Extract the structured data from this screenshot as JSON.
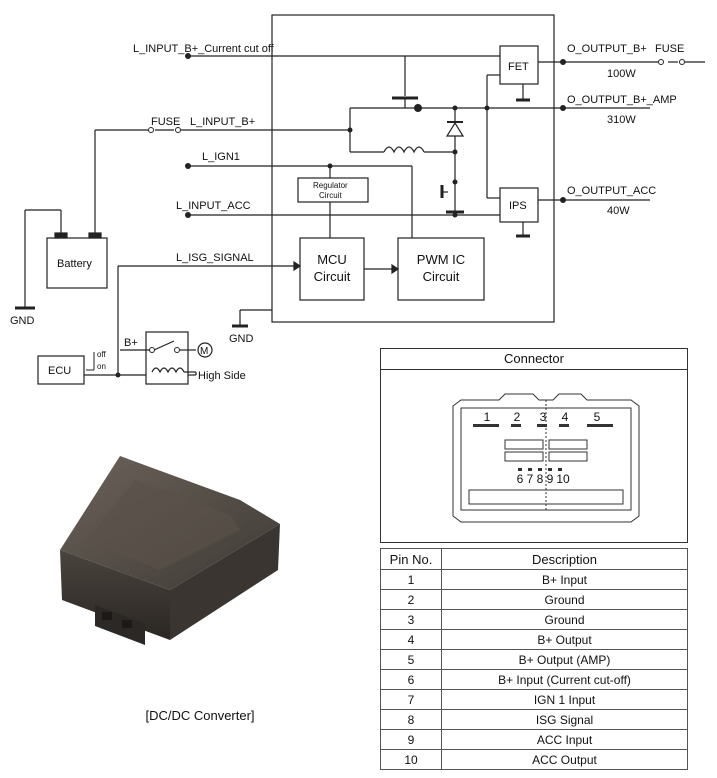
{
  "schematic": {
    "inputs": {
      "current_cut_off": "L_INPUT_B+_Current cut off",
      "b_plus": "L_INPUT_B+",
      "ign1": "L_IGN1",
      "acc": "L_INPUT_ACC",
      "isg_signal": "L_ISG_SIGNAL"
    },
    "outputs": {
      "b_plus": "O_OUTPUT_B+",
      "b_plus_amp": "O_OUTPUT_B+_AMP",
      "acc": "O_OUTPUT_ACC"
    },
    "powers": {
      "b_plus": "100W",
      "b_plus_amp": "310W",
      "acc": "40W"
    },
    "blocks": {
      "fet": "FET",
      "ips": "IPS",
      "regulator_line1": "Regulator",
      "regulator_line2": "Circuit",
      "mcu_line1": "MCU",
      "mcu_line2": "Circuit",
      "pwm_line1": "PWM IC",
      "pwm_line2": "Circuit",
      "battery": "Battery",
      "ecu": "ECU"
    },
    "labels": {
      "fuse_in": "FUSE",
      "fuse_out": "FUSE",
      "gnd_left": "GND",
      "gnd_mid": "GND",
      "b_plus_relay": "B+",
      "motor": "M",
      "high_side": "High Side",
      "ecu_off": "off",
      "ecu_on": "on"
    }
  },
  "connector": {
    "title": "Connector",
    "top_pins": [
      "1",
      "2",
      "3",
      "4",
      "5"
    ],
    "bottom_pins": [
      "6",
      "7",
      "8",
      "9",
      "10"
    ]
  },
  "photo_caption": "[DC/DC Converter]",
  "pin_table": {
    "headers": [
      "Pin No.",
      "Description"
    ],
    "rows": [
      {
        "pin": "1",
        "desc": "B+ Input"
      },
      {
        "pin": "2",
        "desc": "Ground"
      },
      {
        "pin": "3",
        "desc": "Ground"
      },
      {
        "pin": "4",
        "desc": "B+ Output"
      },
      {
        "pin": "5",
        "desc": "B+ Output (AMP)"
      },
      {
        "pin": "6",
        "desc": "B+ Input (Current cut-off)"
      },
      {
        "pin": "7",
        "desc": "IGN 1 Input"
      },
      {
        "pin": "8",
        "desc": "ISG Signal"
      },
      {
        "pin": "9",
        "desc": "ACC Input"
      },
      {
        "pin": "10",
        "desc": "ACC Output"
      }
    ]
  }
}
